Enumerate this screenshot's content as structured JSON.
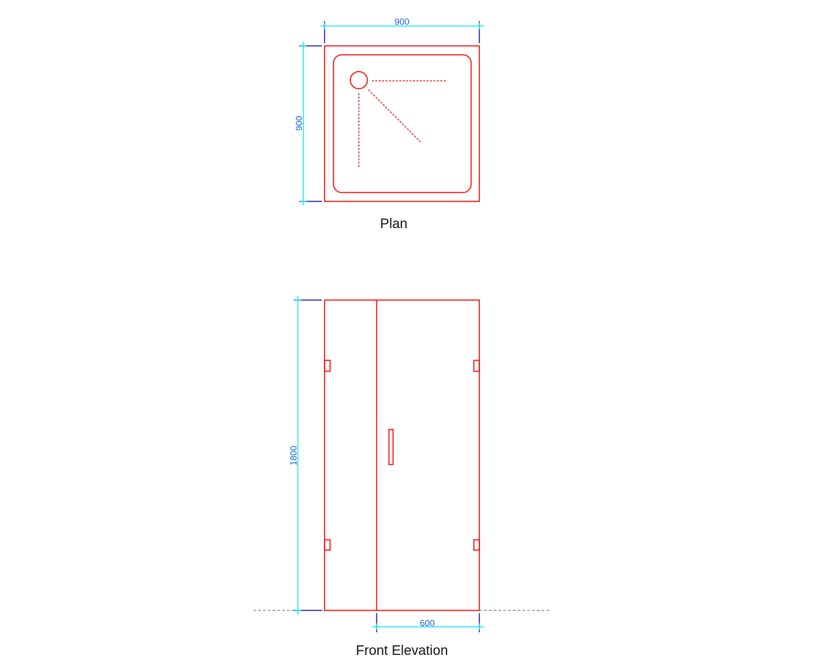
{
  "colors": {
    "object": "#ff0000",
    "dimension_line": "#22e6f0",
    "extension_line": "#1a1ab4",
    "dimension_text": "#1a5cd8",
    "ground_line": "#666666",
    "label_text": "#111111"
  },
  "plan": {
    "title": "Plan",
    "width_dimension": "900",
    "depth_dimension": "900"
  },
  "front_elevation": {
    "title": "Front Elevation",
    "height_dimension": "1800",
    "door_width_dimension": "600"
  }
}
